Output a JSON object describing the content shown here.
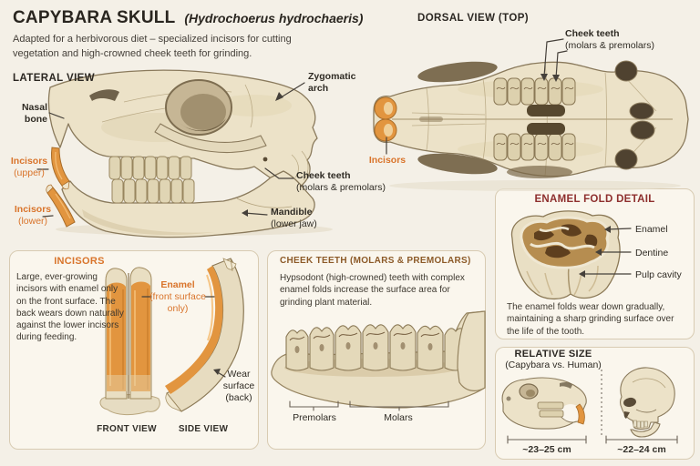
{
  "colors": {
    "background": "#f4f0e7",
    "panel_background": "#faf6ed",
    "panel_border": "#d8cbb2",
    "accent_orange": "#d9742b",
    "incisor_orange": "#e2953f",
    "heading_brown": "#8c5a28",
    "heading_red": "#8e2f2e",
    "bone_cream": "#ece2c8",
    "text_dark": "#2f2b24"
  },
  "header": {
    "title": "CAPYBARA SKULL",
    "species": "(Hydrochoerus hydrochaeris)",
    "subtitle": "Adapted for a herbivorous diet – specialized incisors for cutting vegetation and high-crowned cheek teeth for grinding."
  },
  "lateral_view": {
    "heading": "LATERAL VIEW",
    "labels": {
      "nasal_bone": "Nasal bone",
      "incisors_upper_title": "Incisors",
      "incisors_upper_sub": "(upper)",
      "incisors_lower_title": "Incisors",
      "incisors_lower_sub": "(lower)",
      "zygomatic_arch": "Zygomatic arch",
      "cheek_teeth_title": "Cheek teeth",
      "cheek_teeth_sub": "(molars & premolars)",
      "mandible_title": "Mandible",
      "mandible_sub": "(lower jaw)"
    }
  },
  "dorsal_view": {
    "heading": "DORSAL VIEW (TOP)",
    "labels": {
      "cheek_teeth_title": "Cheek teeth",
      "cheek_teeth_sub": "(molars & premolars)",
      "incisors": "Incisors"
    }
  },
  "incisors_panel": {
    "heading": "INCISORS",
    "body": "Large, ever-growing incisors with enamel only on the front surface. The back wears down naturally against the lower incisors during feeding.",
    "enamel_label_title": "Enamel",
    "enamel_label_sub": "(front surface only)",
    "wear_label": "Wear surface (back)",
    "front_view_caption": "FRONT VIEW",
    "side_view_caption": "SIDE VIEW"
  },
  "cheek_teeth_panel": {
    "heading": "CHEEK TEETH (MOLARS & PREMOLARS)",
    "body": "Hypsodont (high-crowned) teeth with complex enamel folds increase the surface area for grinding plant material.",
    "premolars_label": "Premolars",
    "molars_label": "Molars"
  },
  "enamel_panel": {
    "heading": "ENAMEL FOLD DETAIL",
    "labels": {
      "enamel": "Enamel",
      "dentine": "Dentine",
      "pulp_cavity": "Pulp cavity"
    },
    "caption": "The enamel folds wear down gradually, maintaining a sharp grinding surface over the life of the tooth."
  },
  "size_panel": {
    "heading": "RELATIVE SIZE",
    "subheading": "(Capybara vs. Human)",
    "capybara_measurement": "~23–25 cm",
    "human_measurement": "~22–24 cm"
  }
}
